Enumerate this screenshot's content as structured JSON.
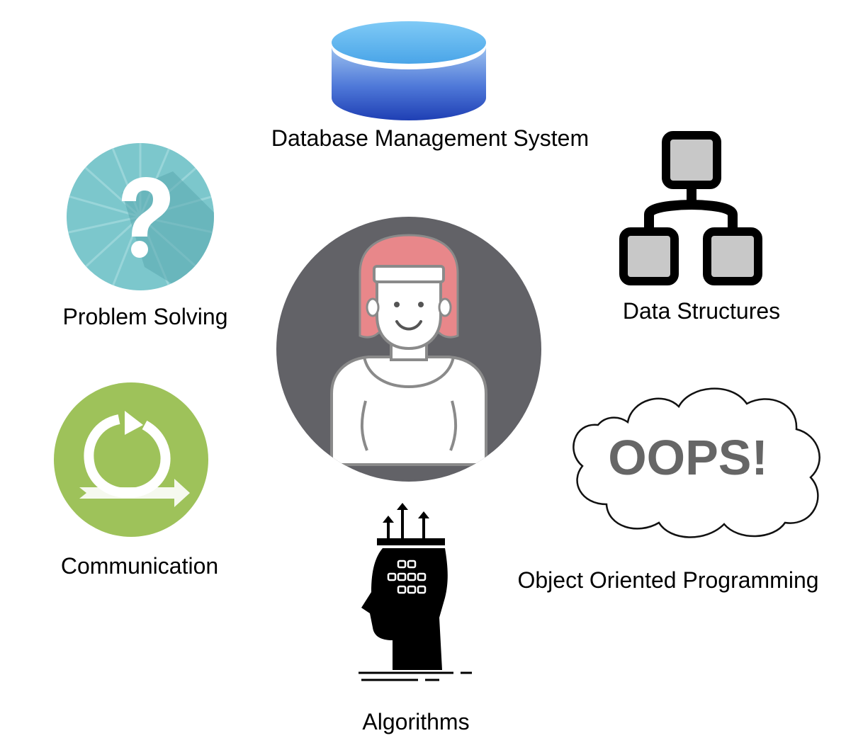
{
  "nodes": {
    "database": {
      "label": "Database Management System",
      "icon": "database-cylinder-icon"
    },
    "problem_solving": {
      "label": "Problem Solving",
      "icon": "question-mark-icon"
    },
    "data_structures": {
      "label": "Data Structures",
      "icon": "tree-hierarchy-icon"
    },
    "center": {
      "icon": "person-avatar-icon"
    },
    "communication": {
      "label": "Communication",
      "icon": "cycle-arrows-icon"
    },
    "oop": {
      "label": "Object Oriented Programming",
      "icon": "oops-cloud-icon",
      "cloud_text": "OOPS!"
    },
    "algorithms": {
      "label": "Algorithms",
      "icon": "head-algorithm-icon"
    }
  },
  "colors": {
    "database_blue": "#2f56c4",
    "database_top": "#5fb3ee",
    "problem_teal": "#7cc7cc",
    "communication_green": "#9ec25a",
    "person_bg": "#626267",
    "person_hair": "#e8878a",
    "structure_fill": "#c8c8c8",
    "oops_text": "#666666"
  }
}
